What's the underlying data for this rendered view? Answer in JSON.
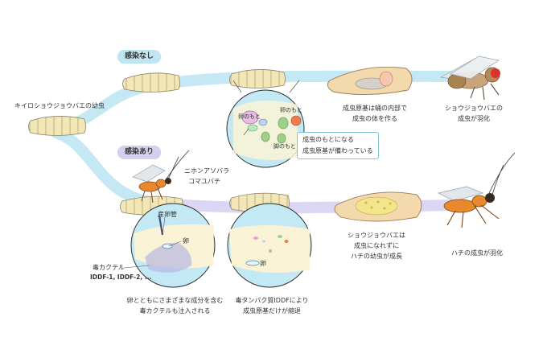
{
  "host_larva_label": "キイロショウジョウバエの幼虫",
  "tag_uninfected": "感染なし",
  "tag_infected": "感染あり",
  "wasp_name": [
    "ニホンアソバラ",
    "コマユバチ"
  ],
  "top_circle": {
    "labels": {
      "egg_left": "卵のもと",
      "egg_right": "卵のもと",
      "leg": "脚のもと"
    },
    "info_box": [
      "成虫のもとになる",
      "成虫原基が備わっている"
    ]
  },
  "top_pupa_caption": [
    "成虫原基は蛹の内部で",
    "成虫の体を作る"
  ],
  "top_adult_caption": [
    "ショウジョウバエの",
    "成虫が羽化"
  ],
  "bottom_circle1": {
    "ovipositor": "産卵管",
    "egg": "卵",
    "cocktail": "毒カクテル",
    "cocktail_sub": "IDDF-1, IDDF-2, ..."
  },
  "bottom_circle2": {
    "egg": "卵"
  },
  "caption_inject": [
    "卵とともにさまざまな成分を含む",
    "毒カクテルも注入される"
  ],
  "caption_iddf": [
    "毒タンパク質IDDFにより",
    "成虫原基だけが縮退"
  ],
  "caption_pupa_bottom": [
    "ショウジョウバエは",
    "成虫になれずに",
    "ハチの幼虫が成長"
  ],
  "caption_wasp_adult": "ハチの成虫が羽化",
  "colors": {
    "path_uninfected": "#bfe6f2",
    "path_infected": "#d9d4f3",
    "larva": "#f3e7b8",
    "circle_fill": "#bfe8f3",
    "wasp_body": "#e8892e",
    "fly_eye": "#d9332b"
  }
}
